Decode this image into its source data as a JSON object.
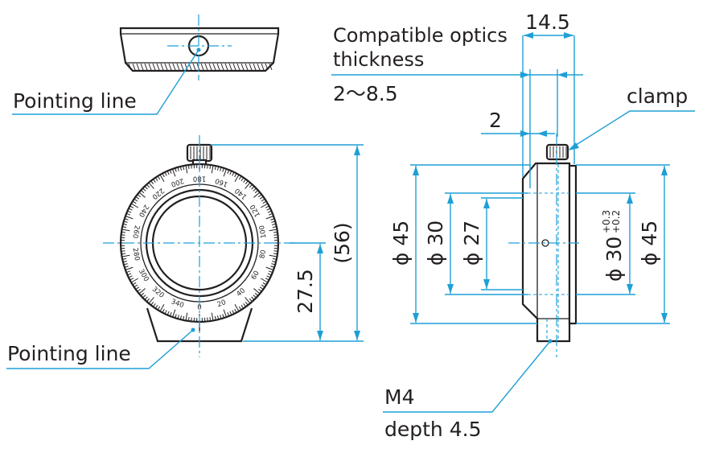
{
  "colors": {
    "dimension": "#1e9fd6",
    "outline": "#231f20",
    "background": "#ffffff"
  },
  "labels": {
    "top_pointing_line": "Pointing line",
    "bottom_pointing_line": "Pointing line",
    "compatible_optics_line1": "Compatible optics",
    "compatible_optics_line2": "thickness",
    "optics_range": "2～8.5",
    "clamp": "clamp",
    "m4": "M4",
    "depth": "depth 4.5"
  },
  "dimensions": {
    "width_14_5": "14.5",
    "thickness_2": "2",
    "height_56": "(56)",
    "height_27_5": "27.5",
    "dia_45_left": "ϕ 45",
    "dia_30_left": "ϕ 30",
    "dia_27": "ϕ 27",
    "dia_30_tol_value": "ϕ 30",
    "dia_30_tol_plus": "+0.3",
    "dia_30_tol_minus": "+0.2",
    "dia_45_right": "ϕ 45"
  },
  "angle_scale": {
    "major_labels": [
      "0",
      "20",
      "40",
      "60",
      "80",
      "100",
      "120",
      "140",
      "160",
      "180",
      "200",
      "220",
      "240",
      "260",
      "280",
      "300",
      "320",
      "340"
    ]
  }
}
